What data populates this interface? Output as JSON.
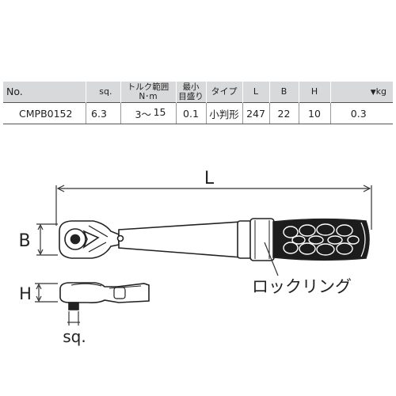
{
  "table": {
    "headers": {
      "no": "No.",
      "sq": "sq.",
      "torque_line1": "トルク範囲",
      "torque_line2": "N･m",
      "min_line1": "最小",
      "min_line2": "目盛り",
      "type": "タイプ",
      "l": "L",
      "b": "B",
      "h": "H",
      "kg_arrow": "▼",
      "kg": "kg"
    },
    "row": {
      "no": "CMPB0152",
      "sq": "6.3",
      "torque_min": "3〜",
      "torque_max": "15",
      "min_scale": "0.1",
      "type": "小判形",
      "l": "247",
      "b": "22",
      "h": "10",
      "kg": "0.3"
    }
  },
  "diagram": {
    "label_l": "L",
    "label_b": "B",
    "label_h": "H",
    "label_sq": "sq.",
    "lock_ring_label": "ロックリング"
  }
}
